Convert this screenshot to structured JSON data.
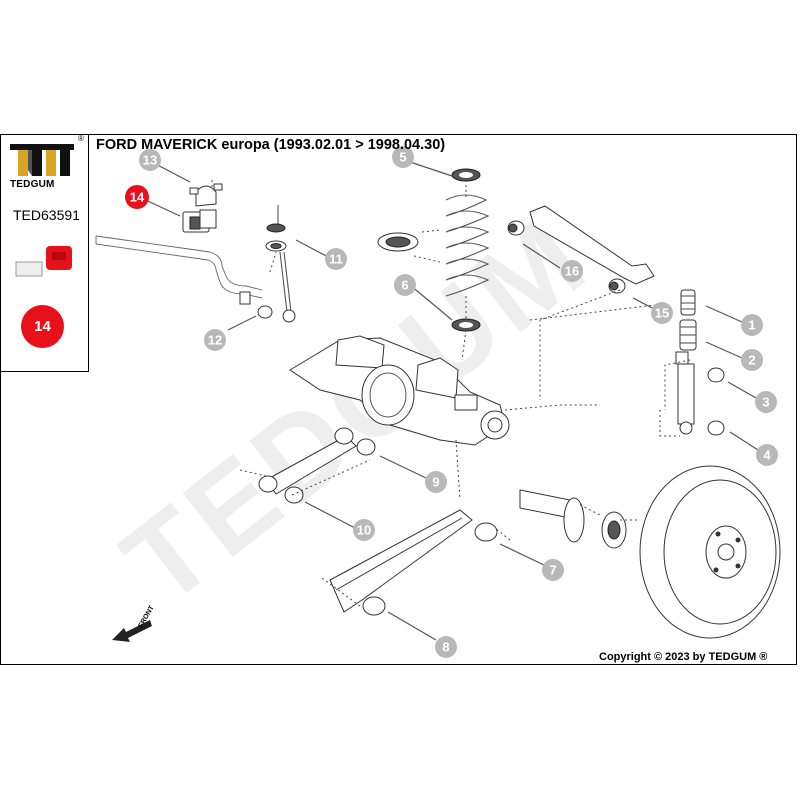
{
  "brand": {
    "name": "TEDGUM",
    "registered": "®",
    "watermark": "TEDGUM"
  },
  "part": {
    "number": "TED63591",
    "position": "14"
  },
  "title": "FORD MAVERICK europa  (1993.02.01 > 1998.04.30)",
  "direction_label": "FRONT",
  "copyright": "Copyright © 2023 by TEDGUM ®",
  "callouts": [
    "1",
    "2",
    "3",
    "4",
    "5",
    "6",
    "7",
    "8",
    "9",
    "10",
    "11",
    "12",
    "13",
    "14",
    "15",
    "16"
  ],
  "highlight_callout": "14",
  "colors": {
    "highlight": "#e8101a",
    "callout": "#b8b8b8",
    "watermark": "#ececec",
    "logo_gold": "#d9a520"
  }
}
